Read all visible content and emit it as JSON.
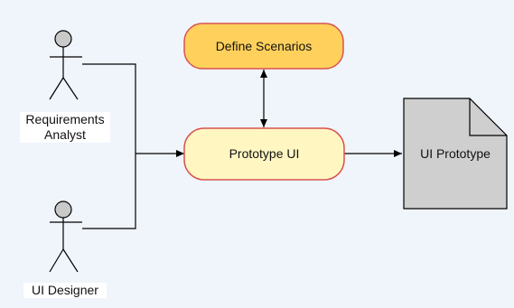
{
  "actors": {
    "requirements_analyst": "Requirements\nAnalyst",
    "ui_designer": "UI Designer"
  },
  "processes": {
    "define_scenarios": "Define Scenarios",
    "prototype_ui": "Prototype UI"
  },
  "artifact": {
    "ui_prototype": "UI Prototype"
  },
  "colors": {
    "background": "#f0f4fb",
    "define_fill": "#ffd15c",
    "prototype_fill": "#fff6c2",
    "box_stroke": "#d9534f",
    "document_fill": "#cfcfcf",
    "actor_head": "#c9c9c9"
  }
}
